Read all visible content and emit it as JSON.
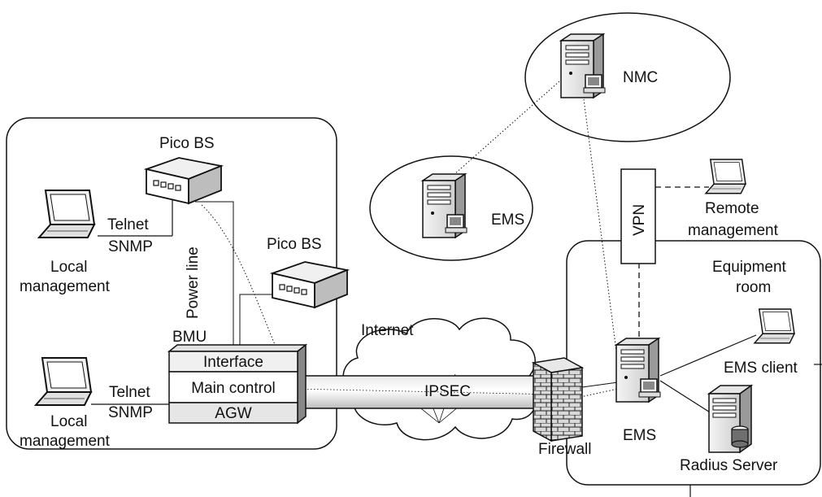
{
  "labels": {
    "pico_bs_1": "Pico BS",
    "pico_bs_2": "Pico BS",
    "telnet_top": "Telnet",
    "snmp_top": "SNMP",
    "local_management_top_l1": "Local",
    "local_management_top_l2": "management",
    "power_line": "Power line",
    "bmu": "BMU",
    "interface": "Interface",
    "main_control": "Main control",
    "agw": "AGW",
    "telnet_bottom": "Telnet",
    "snmp_bottom": "SNMP",
    "local_management_bottom_l1": "Local",
    "local_management_bottom_l2": "management",
    "internet": "Internet",
    "ipsec": "IPSEC",
    "firewall": "Firewall",
    "ems_top": "EMS",
    "nmc": "NMC",
    "vpn": "VPN",
    "remote_management_l1": "Remote",
    "remote_management_l2": "management",
    "equipment_room_l1": "Equipment",
    "equipment_room_l2": "room",
    "ems_client": "EMS client",
    "ems_room": "EMS",
    "radius_server": "Radius Server"
  },
  "icons": {
    "laptop": "laptop-icon",
    "server": "server-tower-icon",
    "pico": "pico-bs-box-icon",
    "cloud": "cloud-icon",
    "firewall": "firewall-icon",
    "database": "database-server-icon"
  }
}
